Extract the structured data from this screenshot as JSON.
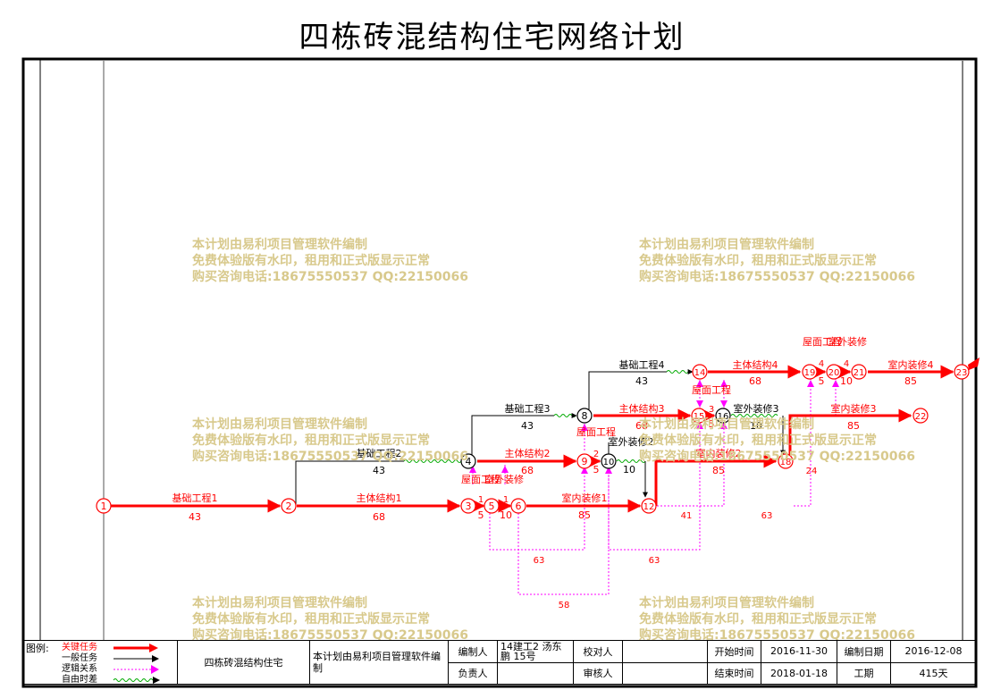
{
  "title": "四栋砖混结构住宅网络计划",
  "watermark": {
    "line1": "本计划由易利项目管理软件编制",
    "line2": "免费体验版有水印，租用和正式版显示正常",
    "line3": "购买咨询电话:18675550537 QQ:22150066"
  },
  "colors": {
    "critical": "#ff0000",
    "normal": "#000000",
    "logic": "#ff00ff",
    "float": "#00aa00",
    "watermark": "#d8c98c"
  },
  "nodes": [
    "1",
    "2",
    "3",
    "4",
    "5",
    "6",
    "8",
    "9",
    "10",
    "12",
    "14",
    "15",
    "16",
    "18",
    "19",
    "20",
    "21",
    "22",
    "23"
  ],
  "tasks": [
    {
      "name": "基础工程1",
      "duration": "43",
      "critical": true
    },
    {
      "name": "主体结构1",
      "duration": "68",
      "critical": true
    },
    {
      "name": "基础工程2",
      "duration": "43",
      "critical": false
    },
    {
      "name": "屋面工程",
      "duration": "5",
      "critical": true
    },
    {
      "name": "室外装修",
      "duration": "10",
      "critical": true
    },
    {
      "name": "室内装修1",
      "duration": "85",
      "critical": true
    },
    {
      "name": "基础工程3",
      "duration": "43",
      "critical": false
    },
    {
      "name": "主体结构2",
      "duration": "68",
      "critical": true
    },
    {
      "name": "屋面工程",
      "duration": "5",
      "critical": true
    },
    {
      "name": "室外装修2",
      "duration": "10",
      "critical": false
    },
    {
      "name": "基础工程4",
      "duration": "43",
      "critical": false
    },
    {
      "name": "主体结构3",
      "duration": "68",
      "critical": true
    },
    {
      "name": "屋面工程",
      "duration": "5",
      "critical": true
    },
    {
      "name": "室外装修3",
      "duration": "10",
      "critical": false
    },
    {
      "name": "室内装修2",
      "duration": "85",
      "critical": true
    },
    {
      "name": "主体结构4",
      "duration": "68",
      "critical": true
    },
    {
      "name": "屋面工程",
      "duration": "5",
      "critical": true
    },
    {
      "name": "室外装修",
      "duration": "10",
      "critical": true
    },
    {
      "name": "室内装修3",
      "duration": "85",
      "critical": true
    },
    {
      "name": "室内装修4",
      "duration": "85",
      "critical": true
    }
  ],
  "logic_labels": [
    "63",
    "63",
    "58",
    "41",
    "63",
    "24"
  ],
  "extra_labels": [
    "1",
    "1",
    "2",
    "3",
    "4",
    "4"
  ],
  "legend": {
    "label": "图例:",
    "items": [
      "关键任务",
      "一般任务",
      "逻辑关系",
      "自由时差"
    ]
  },
  "footer": {
    "project_name": "四栋砖混结构住宅",
    "software_note": "本计划由易利项目管理软件编制",
    "compiler_label": "编制人",
    "compiler_value": "14建工2 汤东鹏 15号",
    "responsible_label": "负责人",
    "checker_label": "校对人",
    "reviewer_label": "审核人",
    "start_label": "开始时间",
    "start_value": "2016-11-30",
    "end_label": "结束时间",
    "end_value": "2018-01-18",
    "compile_date_label": "编制日期",
    "compile_date_value": "2016-12-08",
    "duration_label": "工期",
    "duration_value": "415天"
  }
}
